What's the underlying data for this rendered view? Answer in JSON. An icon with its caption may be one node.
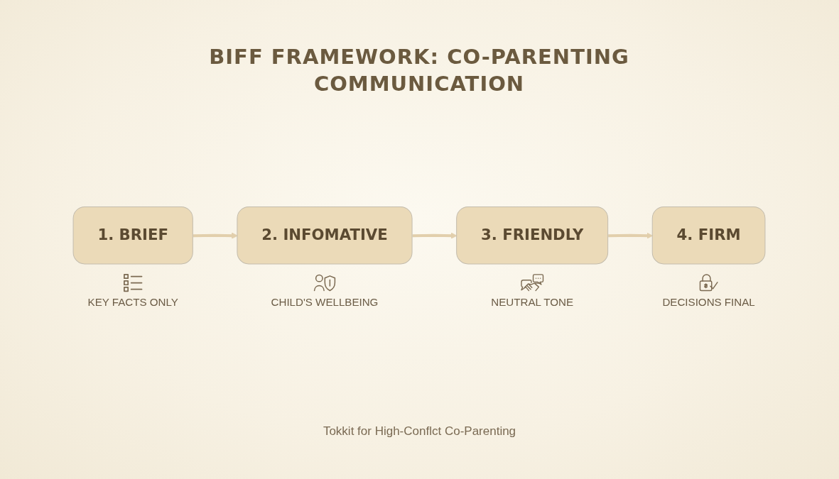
{
  "diagram": {
    "title": "BIFF FRAMEWORK: CO-PARENTING COMMUNICATION",
    "caption": "Tokkit for High-Conflct Co-Parenting",
    "nodes": [
      {
        "text": [
          "1. BRIEF"
        ],
        "beside": [
          "KEY FACTS ONLY"
        ]
      },
      {
        "text": [
          "2. INFOMATIVE"
        ],
        "beside": [
          "CHILD'S WELLBEING"
        ]
      },
      {
        "text": [
          "3. FRIENDLY"
        ],
        "beside": [
          "NEUTRAL TONE"
        ]
      },
      {
        "text": [
          "4. FIRM"
        ],
        "beside": [
          "DECISIONS FINAL"
        ]
      }
    ],
    "edges": [
      {
        "from": 0,
        "to": 1,
        "arrow": "to"
      },
      {
        "from": 1,
        "to": 2,
        "arrow": "to"
      },
      {
        "from": 2,
        "to": 3,
        "arrow": "to"
      }
    ]
  }
}
